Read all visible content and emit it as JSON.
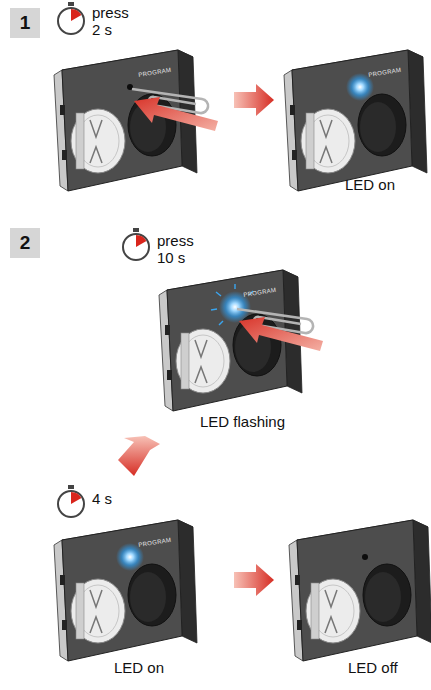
{
  "diagram": {
    "nodes": [
      {
        "text": [
          "1"
        ]
      },
      {
        "text": [
          "2"
        ]
      }
    ],
    "labels": [
      "press",
      "2 s",
      "PROGRAM",
      "PROGRAM",
      "LED on",
      "press",
      "10 s",
      "PROGRAM",
      "LED flashing",
      "4 s",
      "PROGRAM",
      "LED on",
      "LED off"
    ]
  }
}
